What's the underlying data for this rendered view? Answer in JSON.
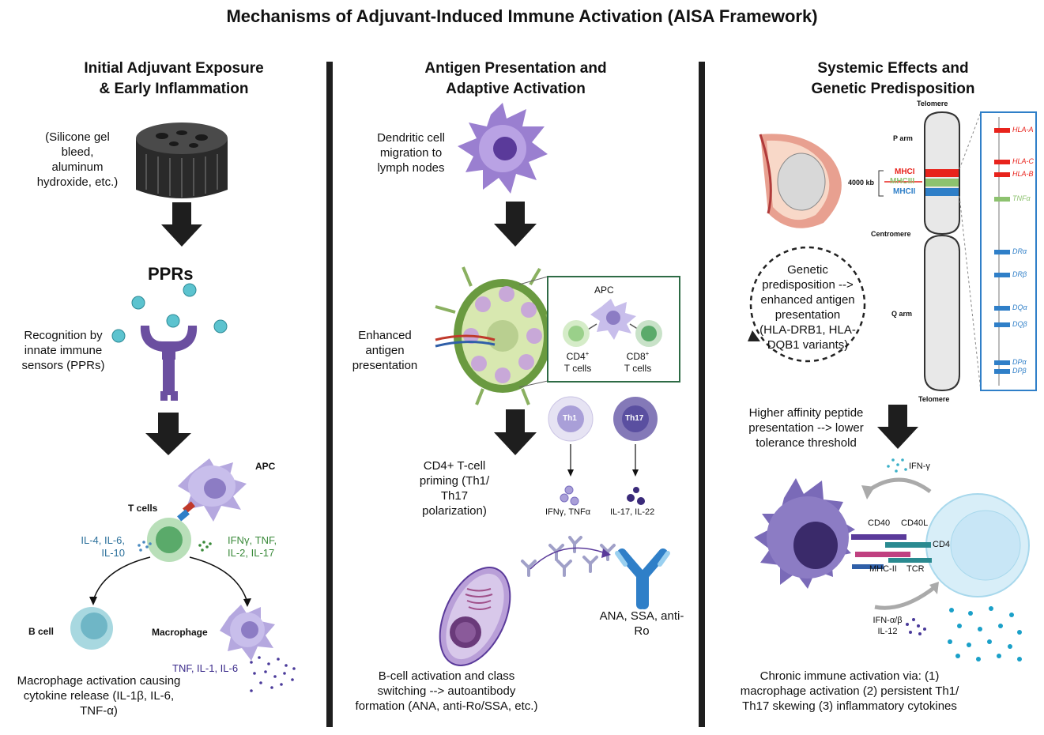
{
  "title": "Mechanisms of Adjuvant-Induced Immune Activation (AISA Framework)",
  "panel1": {
    "title_line1": "Initial Adjuvant Exposure",
    "title_line2": "& Early Inflammation",
    "exposure_caption": [
      "(Silicone gel",
      "bleed,",
      "aluminum",
      "hydroxide, etc.)"
    ],
    "pprs_label": "PPRs",
    "recognition_caption": [
      "Recognition by",
      "innate immune",
      "sensors (PPRs)"
    ],
    "apc_label": "APC",
    "tcells_label": "T cells",
    "left_cytokines": [
      "IL-4, IL-6,",
      "IL-10"
    ],
    "right_cytokines": [
      "IFNγ, TNF,",
      "IL-2, IL-17"
    ],
    "bcell_label": "B cell",
    "macrophage_label": "Macrophage",
    "macrophage_cytokines": "TNF, IL-1, IL-6",
    "bottom_caption": [
      "Macrophage activation causing",
      "cytokine release (IL-1β, IL-6,",
      "TNF-α)"
    ]
  },
  "panel2": {
    "title_line1": "Antigen Presentation and",
    "title_line2": "Adaptive Activation",
    "dc_caption": [
      "Dendritic cell",
      "migration to",
      "lymph nodes"
    ],
    "enhanced_caption": [
      "Enhanced",
      "antigen",
      "presentation"
    ],
    "inset_apc": "APC",
    "cd4_label": "CD4",
    "cd8_label": "CD8",
    "sup": "+",
    "tcells": "T cells",
    "priming_caption": [
      "CD4+ T-cell",
      "priming (Th1/",
      "Th17",
      "polarization)"
    ],
    "th1": "Th1",
    "th17": "Th17",
    "th1_cytokines": "IFNγ, TNFα",
    "th17_cytokines": "IL-17, IL-22",
    "autoantibody_label": [
      "ANA, SSA, anti-",
      "Ro"
    ],
    "bottom_caption": [
      "B-cell activation and class",
      "switching --> autoantibody",
      "formation (ANA, anti-Ro/SSA, etc.)"
    ]
  },
  "panel3": {
    "title_line1": "Systemic Effects and",
    "title_line2": "Genetic Predisposition",
    "telomere_top": "Telomere",
    "p_arm": "P arm",
    "size_label": "4000 kb",
    "mhci": "MHCI",
    "mhciii": "MHCIII",
    "mhcii": "MHCII",
    "centromere": "Centromere",
    "q_arm": "Q arm",
    "telomere_bottom": "Telomere",
    "genes": [
      "HLA-A",
      "HLA-C",
      "HLA-B",
      "TNFα",
      "DRα",
      "DRβ",
      "DQα",
      "DQβ",
      "DPα",
      "DPβ"
    ],
    "genetic_caption": [
      "Genetic",
      "predisposition -->",
      "enhanced antigen",
      "presentation",
      "(HLA-DRB1, HLA-",
      "DQB1 variants)"
    ],
    "affinity_caption": [
      "Higher affinity peptide",
      "presentation --> lower",
      "tolerance threshold"
    ],
    "ifng": "IFN-γ",
    "cd40": "CD40",
    "cd40l": "CD40L",
    "cd4": "CD4",
    "mhcii_label": "MHC-II",
    "tcr": "TCR",
    "ifnab": [
      "IFN-α/β",
      "IL-12"
    ],
    "bottom_caption": [
      "Chronic immune activation via: (1)",
      "macrophage activation (2) persistent Th1/",
      "Th17 skewing (3) inflammatory cytokines"
    ]
  },
  "colors": {
    "mhci": "#e8231c",
    "mhciii": "#8dc26f",
    "mhcii": "#2f7fc8",
    "apc_purple": "#8c7cc4",
    "arrow": "#1e1e1e",
    "bcell_teal": "#6fb6c6",
    "tcell_green": "#5aaa6a",
    "left_cyto": "#2a6f9a",
    "right_cyto": "#3a8a3a",
    "macro_cyto": "#3a2a8a"
  }
}
